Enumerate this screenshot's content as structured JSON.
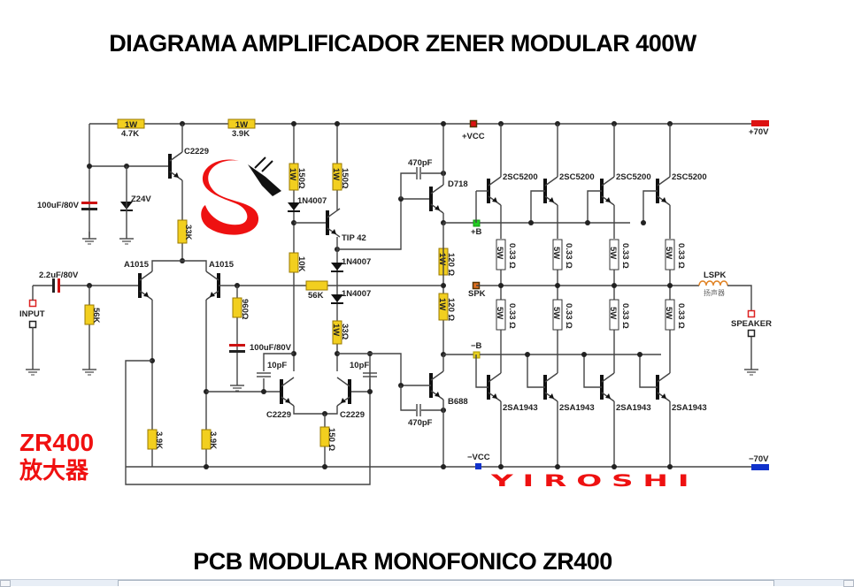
{
  "titles": {
    "top": "DIAGRAMA AMPLIFICADOR ZENER  MODULAR 400W",
    "bottom": "PCB MODULAR MONOFONICO  ZR400"
  },
  "branding": {
    "model": "ZR400",
    "chinese": "放大器",
    "maker": "YIROSHI"
  },
  "colors": {
    "wire": "#444444",
    "resistor_fill": "#f2cf1f",
    "resistor_stroke": "#9a7a00",
    "power_resistor_fill": "#ffffff",
    "cap_positive": "#cc1111",
    "vcc_pos": "#dd1111",
    "vcc_neg": "#1133cc",
    "node_b_pos": "#22cc22",
    "node_b_neg": "#e8d020",
    "node_spk": "#e07020",
    "inductor": "#e08020",
    "brand_red": "#f01010"
  },
  "rails": {
    "pos_supply": "+70V",
    "neg_supply": "−70V",
    "pos_vcc": "+VCC",
    "neg_vcc": "−VCC",
    "pos_bias": "+B",
    "neg_bias": "−B",
    "speaker_node": "SPK"
  },
  "io": {
    "input": "INPUT",
    "speaker": "SPEAKER",
    "inductor_label": "LSPK",
    "inductor_sub": "扬声器"
  },
  "components": {
    "r_top1": {
      "power": "1W",
      "value": "4.7K"
    },
    "r_top2": {
      "power": "1W",
      "value": "3.9K"
    },
    "q_reg": "C2229",
    "c_filter": "100uF/80V",
    "zener": "Z24V",
    "r_33k": "33K",
    "q_diff_left": "A1015",
    "q_diff_right": "A1015",
    "c_input": "2.2uF/80V",
    "r_56k_in": "56K",
    "r_960": "960Ω",
    "c_fb": "100uF/80V",
    "r_150a": {
      "power": "1W",
      "value": "150Ω"
    },
    "r_150b": {
      "power": "1W",
      "value": "150Ω"
    },
    "d1": "1N4007",
    "d2": "1N4007",
    "d3": "1N4007",
    "q_tip": "TIP 42",
    "r_10k": "10K",
    "r_56k_fb": "56K",
    "r_33": {
      "power": "1W",
      "value": "33Ω"
    },
    "c_10pf_a": "10pF",
    "c_10pf_b": "10pF",
    "q_vas_left": "C2229",
    "q_vas_right": "C2229",
    "r_150_tail": "150 Ω",
    "r_39k_a": "3.9K",
    "r_39k_b": "3.9K",
    "c_470_top": "470pF",
    "c_470_bot": "470pF",
    "q_driver_npn": "D718",
    "q_driver_pnp": "B688",
    "r_120_top": {
      "power": "1W",
      "value": "120 Ω"
    },
    "r_120_bot": {
      "power": "1W",
      "value": "120 Ω"
    },
    "npn_outputs": [
      "2SC5200",
      "2SC5200",
      "2SC5200",
      "2SC5200"
    ],
    "pnp_outputs": [
      "2SA1943",
      "2SA1943",
      "2SA1943",
      "2SA1943"
    ],
    "emitter_resistors": {
      "power": "5W",
      "value": "0.33 Ω"
    }
  },
  "icons": {
    "logo": "dragon-logo-icon"
  }
}
